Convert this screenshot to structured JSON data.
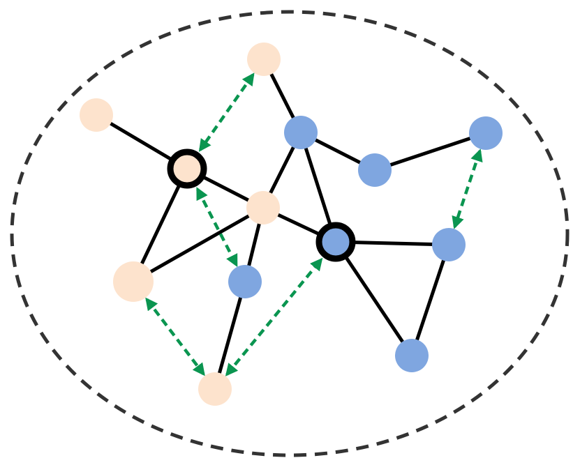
{
  "colors": {
    "background": "#ffffff",
    "boundary": "#333333",
    "edge": "#000000",
    "peach_node": "#fde3cd",
    "blue_node": "#7fa6e0",
    "highlight_ring": "#000000",
    "link_arrow": "#0a9550"
  },
  "nodes": [
    {
      "id": "p1",
      "group": "peach",
      "size": "normal"
    },
    {
      "id": "p2",
      "group": "peach",
      "size": "normal"
    },
    {
      "id": "p3",
      "group": "peach",
      "size": "normal",
      "highlighted": true
    },
    {
      "id": "p4",
      "group": "peach",
      "size": "normal"
    },
    {
      "id": "p5",
      "group": "peach",
      "size": "large"
    },
    {
      "id": "p6",
      "group": "peach",
      "size": "normal"
    },
    {
      "id": "b1",
      "group": "blue",
      "size": "normal"
    },
    {
      "id": "b2",
      "group": "blue",
      "size": "normal"
    },
    {
      "id": "b3",
      "group": "blue",
      "size": "normal"
    },
    {
      "id": "b4",
      "group": "blue",
      "size": "normal",
      "highlighted": true
    },
    {
      "id": "b5",
      "group": "blue",
      "size": "normal"
    },
    {
      "id": "b6",
      "group": "blue",
      "size": "normal"
    },
    {
      "id": "b7",
      "group": "blue",
      "size": "normal"
    }
  ],
  "edges": [
    [
      "p1",
      "b1"
    ],
    [
      "p2",
      "p3"
    ],
    [
      "p3",
      "p4"
    ],
    [
      "p3",
      "p5"
    ],
    [
      "p4",
      "p5"
    ],
    [
      "p4",
      "b1"
    ],
    [
      "p4",
      "b4"
    ],
    [
      "p4",
      "b5"
    ],
    [
      "b1",
      "b2"
    ],
    [
      "b1",
      "b4"
    ],
    [
      "b2",
      "b3"
    ],
    [
      "b4",
      "b6"
    ],
    [
      "b4",
      "b7"
    ],
    [
      "b6",
      "b7"
    ],
    [
      "b5",
      "p6"
    ]
  ],
  "dashed_links": [
    [
      "p1",
      "p3"
    ],
    [
      "p3",
      "b5"
    ],
    [
      "b3",
      "b6"
    ],
    [
      "p5",
      "p6"
    ],
    [
      "p6",
      "b4"
    ]
  ]
}
